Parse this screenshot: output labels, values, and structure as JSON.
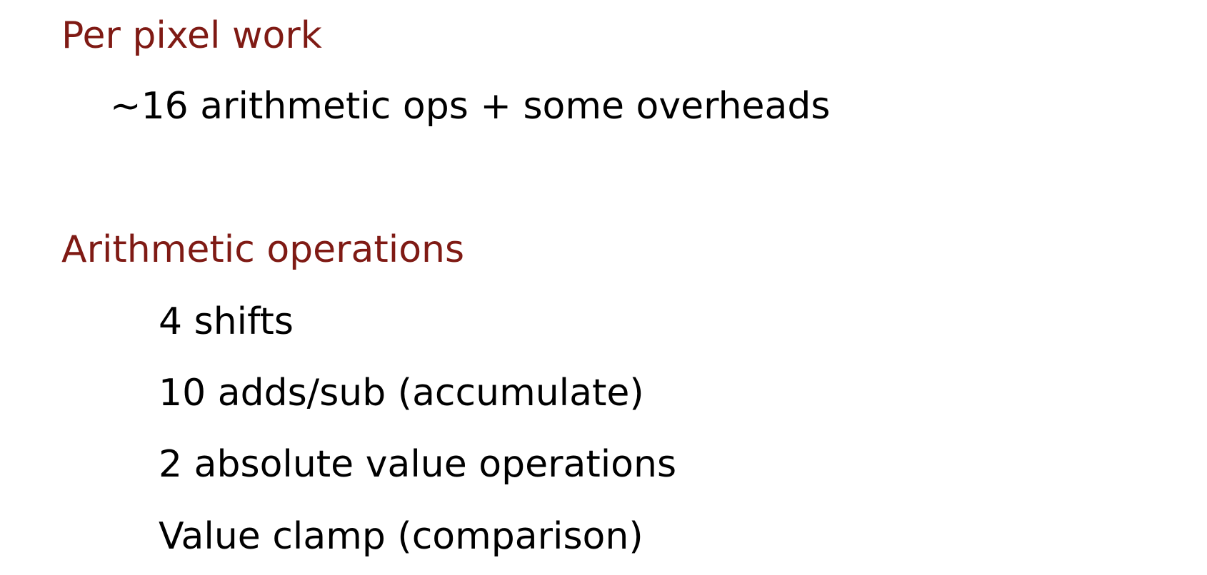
{
  "section1": {
    "heading": "Per pixel work",
    "items": [
      "~16 arithmetic ops + some overheads"
    ]
  },
  "section2": {
    "heading": "Arithmetic operations",
    "items": [
      "4 shifts",
      "10 adds/sub (accumulate)",
      "2 absolute value operations",
      "Value clamp (comparison)"
    ]
  },
  "colors": {
    "heading": "#7f1a14",
    "body": "#000000",
    "background": "#ffffff"
  }
}
